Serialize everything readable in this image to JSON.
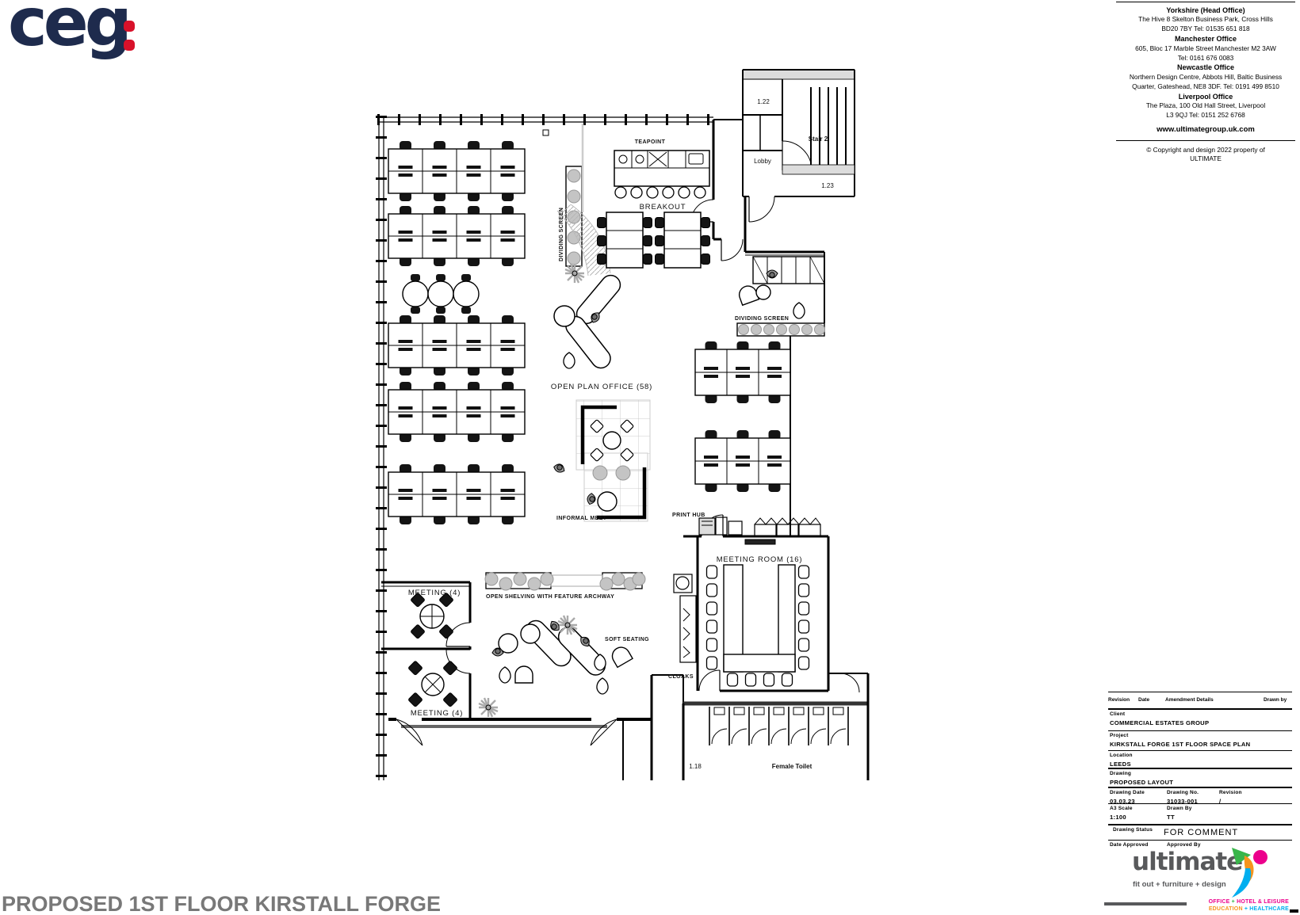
{
  "ceg": {
    "text": "ceg",
    "colon": ":"
  },
  "contact": {
    "offices": [
      {
        "name": "Yorkshire (Head Office)",
        "line1": "The Hive 8 Skelton Business Park, Cross Hills",
        "line2": "BD20 7BY Tel: 01535 651 818"
      },
      {
        "name": "Manchester Office",
        "line1": "605, Bloc 17 Marble Street Manchester M2 3AW",
        "line2": "Tel: 0161 676 0083"
      },
      {
        "name": "Newcastle Office",
        "line1": "Northern Design Centre, Abbots Hill, Baltic Business",
        "line2": "Quarter, Gateshead, NE8 3DF. Tel: 0191 499 8510"
      },
      {
        "name": "Liverpool Office",
        "line1": "The Plaza, 100 Old Hall Street, Liverpool",
        "line2": "L3 9QJ Tel: 0151 252 6768"
      }
    ],
    "website": "www.ultimategroup.uk.com",
    "copyright_line1": "© Copyright and design 2022  property of",
    "copyright_line2": "ULTIMATE"
  },
  "plan": {
    "rooms": {
      "teapoint": "TEAPOINT",
      "breakout": "BREAKOUT",
      "open_plan": "OPEN PLAN OFFICE (58)",
      "informal_meet": "INFORMAL MEET",
      "print_hub": "PRINT HUB",
      "dividing_screen_v": "DIVIDING SCREEN",
      "dividing_screen_h": "DIVIDING SCREEN",
      "meeting_room": "MEETING ROOM (16)",
      "cloaks": "CLOAKS",
      "meeting4_a": "MEETING (4)",
      "meeting4_b": "MEETING (4)",
      "open_shelving": "OPEN SHELVING WITH FEATURE ARCHWAY",
      "soft_seating": "SOFT SEATING",
      "room_122": "1.22",
      "stair2": "Stair 2",
      "lobby": "Lobby",
      "room_123": "1.23",
      "room_118": "1.18",
      "female_toilet": "Female Toilet"
    }
  },
  "titleblock": {
    "header_revision": "Revision",
    "header_date": "Date",
    "header_amendment": "Amendment Details",
    "header_drawn": "Drawn by",
    "client_label": "Client",
    "client": "COMMERCIAL ESTATES GROUP",
    "project_label": "Project",
    "project": "KIRKSTALL FORGE 1ST FLOOR SPACE PLAN",
    "location_label": "Location",
    "location": "LEEDS",
    "drawing_label": "Drawing",
    "drawing": "PROPOSED LAYOUT",
    "drawing_date_label": "Drawing Date",
    "drawing_date": "03.03.23",
    "drawing_no_label": "Drawing No.",
    "drawing_no": "31033-001",
    "revision_label": "Revision",
    "revision": "/",
    "scale_label": "A3 Scale",
    "scale": "1:100",
    "drawn_by_label": "Drawn By",
    "drawn_by": "TT",
    "status_label": "Drawing Status",
    "status": "FOR COMMENT",
    "date_approved_label": "Date Approved",
    "approved_by_label": "Approved By"
  },
  "brand_ultimate": {
    "name": "ultimate",
    "tagline": "fit out + furniture + design",
    "sec_office": "OFFICE",
    "sec_plus1": " + ",
    "sec_hotel": "HOTEL & LEISURE",
    "sec_education": "EDUCATION",
    "sec_plus2": " + ",
    "sec_healthcare": "HEALTHCARE"
  },
  "footer": {
    "title": "PROPOSED 1ST FLOOR KIRSTALL FORGE"
  },
  "colors": {
    "ceg_navy": "#1e2b4d",
    "ceg_red": "#d8112a",
    "magenta": "#ec008c",
    "green": "#39b54a",
    "blue": "#00aeef",
    "orange": "#f7941d",
    "gray": "#58595b"
  }
}
